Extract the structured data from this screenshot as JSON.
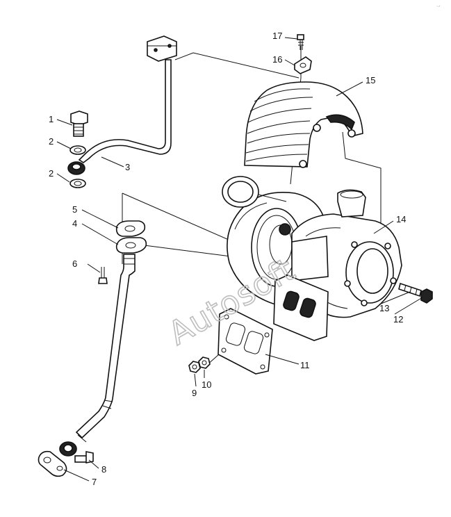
{
  "watermark": "Autosoft",
  "corner_mark": "⁻ᐟ",
  "callouts": [
    {
      "id": "c1",
      "label": "1"
    },
    {
      "id": "c2a",
      "label": "2"
    },
    {
      "id": "c2b",
      "label": "2"
    },
    {
      "id": "c3",
      "label": "3"
    },
    {
      "id": "c4",
      "label": "4"
    },
    {
      "id": "c5",
      "label": "5"
    },
    {
      "id": "c6",
      "label": "6"
    },
    {
      "id": "c7",
      "label": "7"
    },
    {
      "id": "c8",
      "label": "8"
    },
    {
      "id": "c9",
      "label": "9"
    },
    {
      "id": "c10",
      "label": "10"
    },
    {
      "id": "c11",
      "label": "11"
    },
    {
      "id": "c12",
      "label": "12"
    },
    {
      "id": "c13",
      "label": "13"
    },
    {
      "id": "c14",
      "label": "14"
    },
    {
      "id": "c15",
      "label": "15"
    },
    {
      "id": "c16",
      "label": "16"
    },
    {
      "id": "c17",
      "label": "17"
    }
  ]
}
